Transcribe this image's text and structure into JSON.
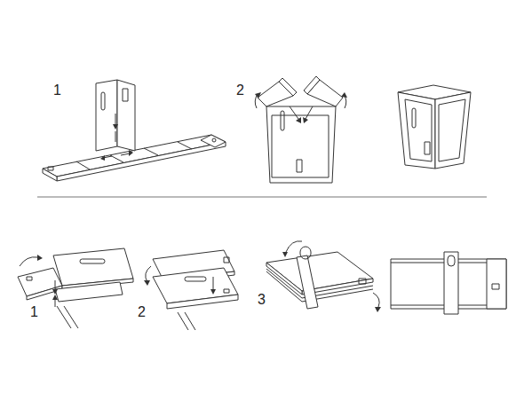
{
  "diagram": {
    "labels": [
      "1",
      "2",
      "1",
      "2",
      "3"
    ]
  }
}
